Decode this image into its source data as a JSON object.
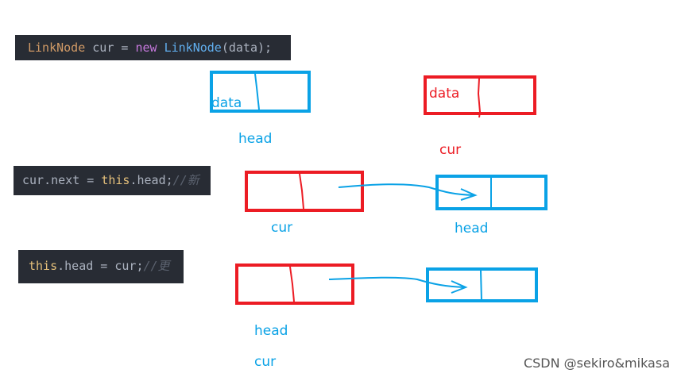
{
  "code": [
    {
      "tokens": [
        "LinkNode",
        " cur = ",
        "new",
        " LinkNode",
        "(data);"
      ]
    },
    {
      "tokens": [
        "cur.next = ",
        "this",
        ".head;",
        "//新"
      ]
    },
    {
      "tokens": [
        "this",
        ".head = cur;",
        "//更"
      ]
    }
  ],
  "labels": {
    "data_blue": "data",
    "head1": "head",
    "data_red": "data",
    "cur1": "cur",
    "cur2": "cur",
    "head2": "head",
    "head3": "head",
    "cur3": "cur"
  },
  "colors": {
    "blue": "#0aa2e6",
    "red": "#ec1c24",
    "code_bg": "#282c34"
  },
  "watermark": "CSDN @sekiro&mikasa"
}
